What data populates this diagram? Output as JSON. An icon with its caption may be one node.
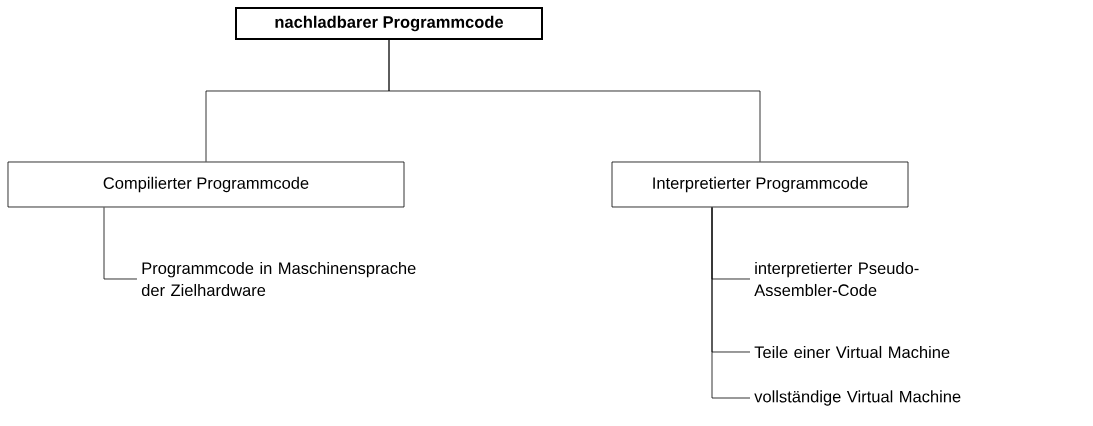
{
  "diagram": {
    "nodes": [
      {
        "text": [
          "nachladbarer Programmcode"
        ]
      },
      {
        "text": [
          "Compilierter Programmcode"
        ]
      },
      {
        "text": [
          "Interpretierter Programmcode"
        ]
      },
      {
        "text": [
          "Programmcode in Maschinensprache der Zielhardware"
        ]
      },
      {
        "text": [
          "interpretierter Pseudo-Assembler-Code"
        ]
      },
      {
        "text": [
          "Teile einer Virtual Machine"
        ]
      },
      {
        "text": [
          "vollständige Virtual Machine"
        ]
      }
    ],
    "edges": [
      {
        "from": 0,
        "to": 1,
        "arrow": "none"
      },
      {
        "from": 0,
        "to": 2,
        "arrow": "none"
      },
      {
        "from": 1,
        "to": 3,
        "arrow": "none"
      },
      {
        "from": 2,
        "to": 4,
        "arrow": "none"
      },
      {
        "from": 2,
        "to": 5,
        "arrow": "none"
      },
      {
        "from": 2,
        "to": 6,
        "arrow": "none"
      }
    ]
  }
}
